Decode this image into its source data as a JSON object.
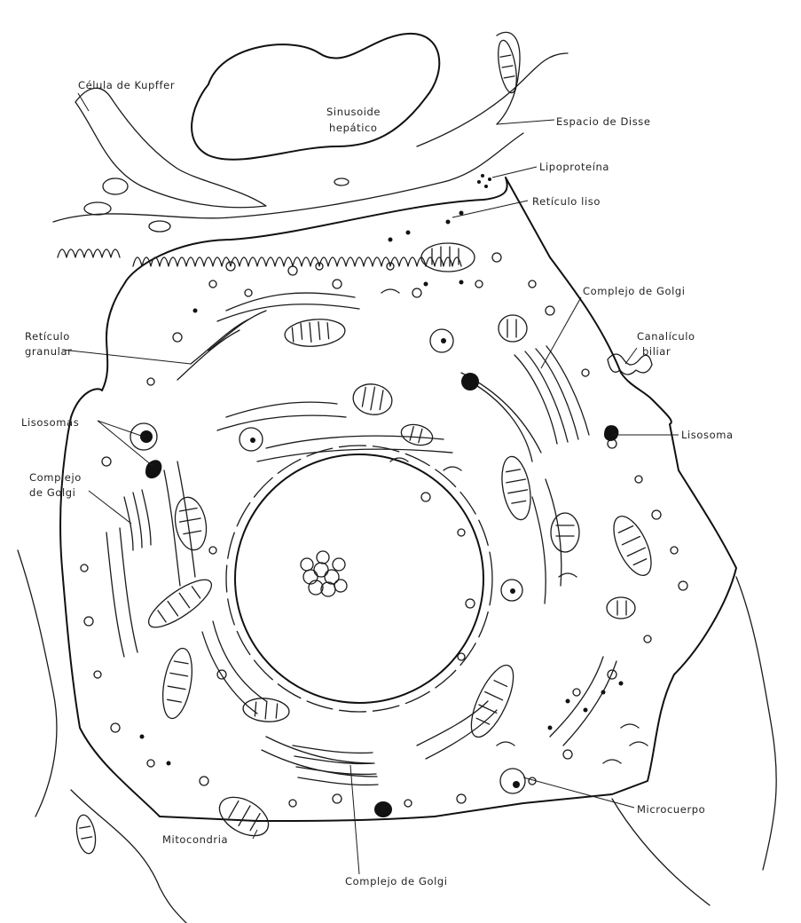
{
  "labels": {
    "kupffer": "Célula de Kupffer",
    "sinusoide_1": "Sinusoide",
    "sinusoide_2": "hepático",
    "disse": "Espacio de Disse",
    "lipoproteina": "Lipoproteína",
    "reticulo_liso": "Retículo liso",
    "golgi_top": "Complejo de Golgi",
    "reticulo_granular_1": "Retículo",
    "reticulo_granular_2": "granular",
    "canaliculo_1": "Canalículo",
    "canaliculo_2": "biliar",
    "lisosomas": "Lisosomas",
    "lisosoma": "Lisosoma",
    "golgi_left_1": "Complejo",
    "golgi_left_2": "de Golgi",
    "microcuerpo": "Microcuerpo",
    "mitocondria": "Mitocondria",
    "golgi_bottom": "Complejo de Golgi"
  },
  "colors": {
    "ink": "#1a1a1a",
    "background": "#ffffff"
  }
}
